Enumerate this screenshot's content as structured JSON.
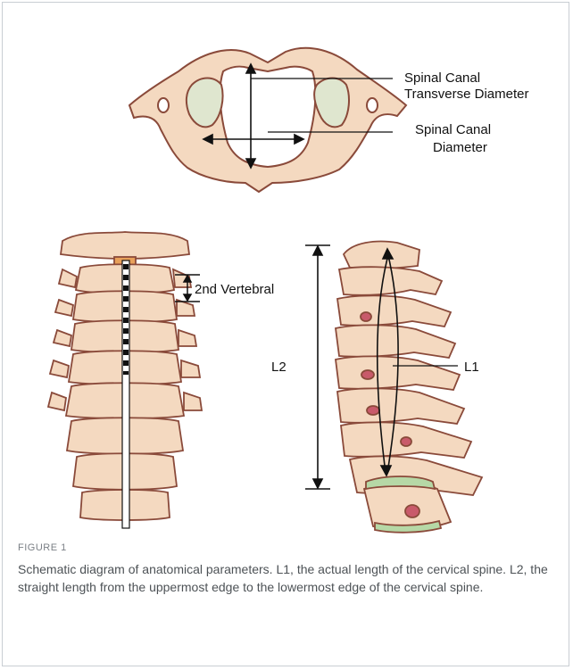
{
  "figure": {
    "labels": {
      "canal_transverse": [
        "Spinal Canal",
        "Transverse Diameter"
      ],
      "canal_diameter": [
        "Spinal Canal",
        "Diameter"
      ],
      "vertebral": "2nd Vertebral",
      "l2": "L2",
      "l1": "L1"
    },
    "colors": {
      "bone": "#f4d9c0",
      "bone_outline": "#8a4a3a",
      "disc": "#e2d8c8",
      "cartilage_green": "#b6d8a6",
      "vessel_pink": "#c85a6a",
      "marker_orange": "#e8a05a"
    }
  },
  "caption": {
    "label": "FIGURE 1",
    "text": "Schematic diagram of anatomical parameters. L1, the actual length of the cervical spine. L2, the straight length from the uppermost edge to the lowermost edge of the cervical spine."
  }
}
